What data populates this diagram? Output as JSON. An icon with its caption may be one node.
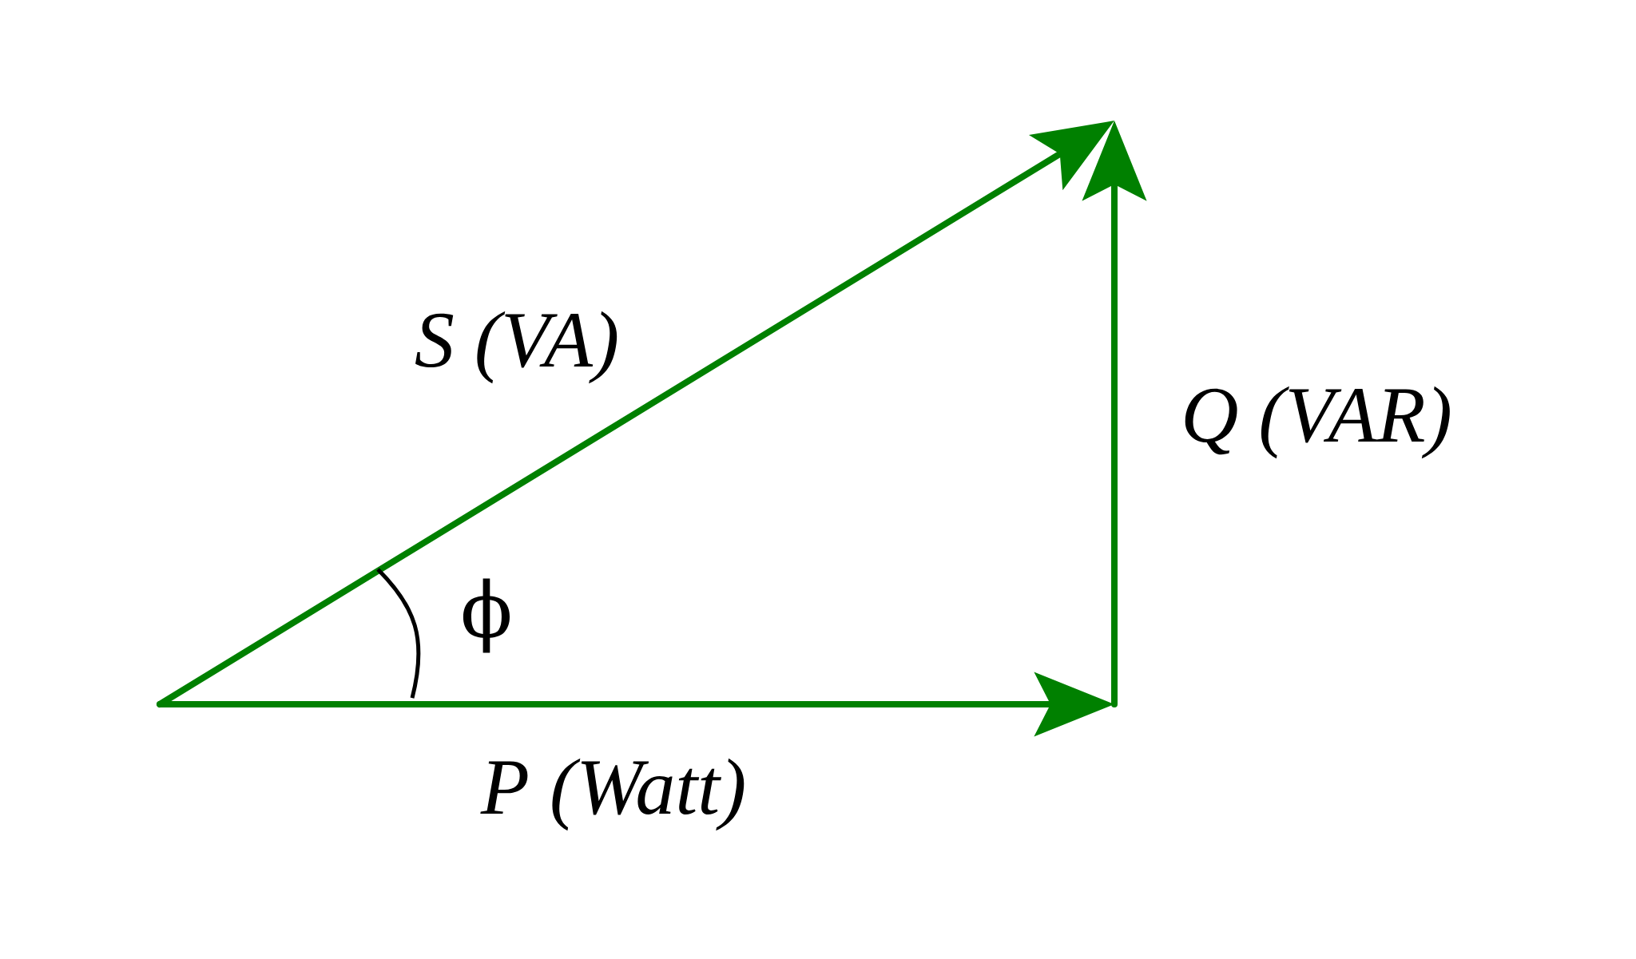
{
  "diagram": {
    "labels": [
      "S (VA)",
      "Q (VAR)",
      "P (Watt)",
      "ϕ"
    ]
  }
}
